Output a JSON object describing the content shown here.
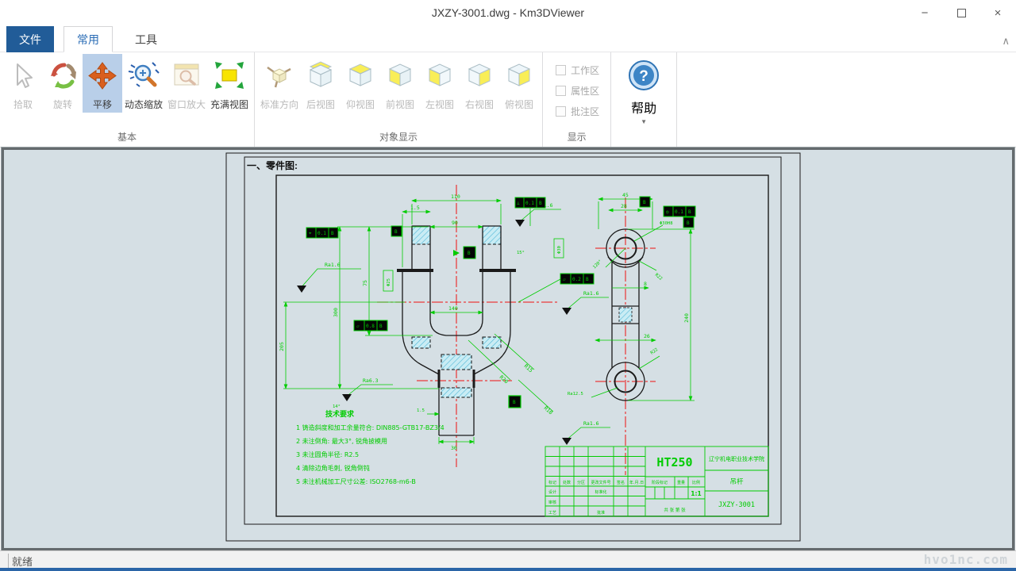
{
  "window": {
    "title": "JXZY-3001.dwg - Km3DViewer",
    "minimize": "−",
    "close": "×",
    "collapse": "∧"
  },
  "tabs": [
    {
      "label": "文件"
    },
    {
      "label": "常用"
    },
    {
      "label": "工具"
    }
  ],
  "ribbon": {
    "groups": [
      {
        "label": "基本",
        "buttons": [
          {
            "label": "拾取"
          },
          {
            "label": "旋转"
          },
          {
            "label": "平移"
          },
          {
            "label": "动态缩放"
          },
          {
            "label": "窗口放大"
          },
          {
            "label": "充满视图"
          }
        ]
      },
      {
        "label": "对象显示",
        "buttons": [
          {
            "label": "标准方向"
          },
          {
            "label": "后视图"
          },
          {
            "label": "仰视图"
          },
          {
            "label": "前视图"
          },
          {
            "label": "左视图"
          },
          {
            "label": "右视图"
          },
          {
            "label": "俯视图"
          }
        ]
      },
      {
        "label": "显示",
        "checkboxes": [
          {
            "label": "工作区"
          },
          {
            "label": "属性区"
          },
          {
            "label": "批注区"
          }
        ]
      }
    ],
    "help": {
      "label": "帮助",
      "arrow": "▼"
    }
  },
  "drawing": {
    "section_title": "一、零件图:",
    "dims": {
      "d110": "110",
      "d15": "1.5",
      "d90": "90",
      "d75": "75",
      "d300": "300",
      "d140": "140",
      "d30": "30",
      "d205": "205",
      "r20": "R20",
      "r15": "R15",
      "r10": "R10",
      "a15": "15°",
      "a14": "14°",
      "ra16": "Ra1.6",
      "ra63": "Ra6.3",
      "ra125": "Ra12.5",
      "d45": "45",
      "d28": "28",
      "dia30h8": "Φ30H8",
      "r22": "R22",
      "a120": "120°",
      "dia25": "Φ25",
      "dia30": "Φ30",
      "d26": "26",
      "d8": "8",
      "d240": "240"
    },
    "fcf": {
      "a": [
        "⌖",
        "0.1",
        "B"
      ],
      "b": "B",
      "c": "B",
      "d": [
        "⊥",
        "0.1",
        "B"
      ],
      "e": "B",
      "f": [
        "◎",
        "0.1",
        "B"
      ],
      "g": "B",
      "h": [
        "▱",
        "0.2",
        "B"
      ],
      "i": [
        "▱",
        "0.8",
        "B"
      ],
      "j": "B"
    },
    "tech": {
      "title": "技术要求",
      "items": [
        "1  铸造斜度和加工余量符合: DIN885-GTB17-BZ3/4",
        "2  未注倒角: 最大3°, 锐角披模用",
        "3  未注圆角半径: R2.5",
        "4  清除边角毛刺, 锐角倒钝",
        "5  未注机械加工尺寸公差: ISO2768-m6-B"
      ]
    },
    "title_block": {
      "material": "HT250",
      "school": "辽宁机电职业技术学院",
      "part_name": "吊杆",
      "scale": "1:1",
      "drawing_no": "JXZY-3001",
      "sheet_note": "共 张 第 张",
      "headers": [
        "标记",
        "处数",
        "分区",
        "更改文件号",
        "签名",
        "年.月.日"
      ],
      "roles": [
        "设计",
        "标准化",
        "审核",
        "工艺",
        "批准"
      ],
      "stage_headers": [
        "阶段标记",
        "重量",
        "比例"
      ]
    }
  },
  "status": {
    "ready": "就绪",
    "watermark": "hvo1nc.com"
  }
}
